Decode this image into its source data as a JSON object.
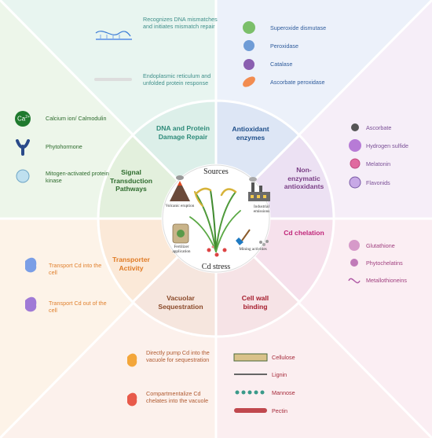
{
  "center": {
    "top_label": "Sources",
    "bottom_label": "Cd stress",
    "sources": {
      "volcanic": "Volcanic eruption",
      "industrial": "Industrial emissions",
      "fertilizer": "Fertilizer application",
      "mining": "Mining activities"
    }
  },
  "segments": {
    "dna_repair": "DNA and Protein Damage Repair",
    "antioxidant_enzymes": "Antioxidant enzymes",
    "non_enzymatic": "Non-enzymatic antioxidants",
    "cd_chelation": "Cd chelation",
    "cell_wall": "Cell wall binding",
    "vacuolar": "Vacuolar Sequestration",
    "transporter": "Transporter Activity",
    "signal": "Signal Transduction Pathways"
  },
  "dna_panel": {
    "item1": "Recognizes DNA mismatches and initiates mismatch repair",
    "item2": "Endoplasmic reticulum and unfolded protein response"
  },
  "antioxidant_panel": {
    "items": [
      "Superoxide dismutase",
      "Peroxidase",
      "Catalase",
      "Ascorbate peroxidase"
    ]
  },
  "nonenzymatic_panel": {
    "items": [
      "Ascorbate",
      "Hydrogen sulfide",
      "Melatonin",
      "Flavonids"
    ]
  },
  "chelation_panel": {
    "items": [
      "Glutathione",
      "Phytochelatins",
      "Metallothioneins"
    ]
  },
  "cellwall_panel": {
    "items": [
      "Cellulose",
      "Lignin",
      "Mannose",
      "Pectin"
    ]
  },
  "vacuolar_panel": {
    "item1": "Directly pump Cd into the vacuole for sequestration",
    "item2": "Compartmentalize Cd chelates into the vacuole"
  },
  "transporter_panel": {
    "item1": "Transport Cd into the cell",
    "item2": "Transport Cd out of the cell"
  },
  "signal_panel": {
    "ca_symbol": "Ca",
    "ca_sup": "2+",
    "item1": "Calcium ion/ Calmodulin",
    "item2": "Phytohormone",
    "item3": "Mitogen-activated protein kinase"
  },
  "colors": {
    "dna": "#2e8b7a",
    "antioxidant": "#1f4f8a",
    "nonenzymatic": "#7a3f86",
    "chelation": "#c0267a",
    "cellwall": "#a61e2e",
    "vacuolar": "#8a4a2a",
    "transporter": "#e07b25",
    "signal": "#2d6b2d"
  }
}
